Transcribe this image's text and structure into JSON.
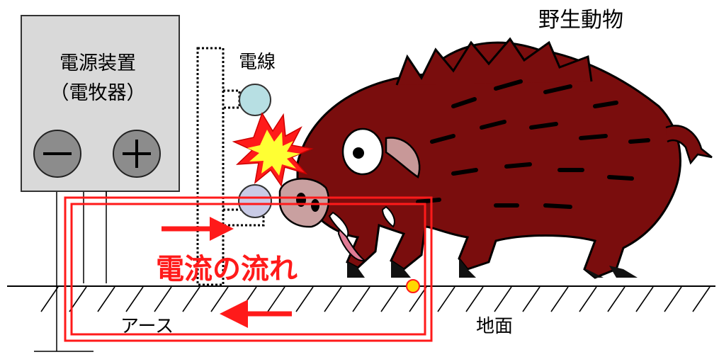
{
  "labels": {
    "wildlife": "野生動物",
    "power_supply": "電源装置",
    "power_supply_sub": "（電牧器）",
    "wire": "電線",
    "current_flow": "電流の流れ",
    "earth": "アース",
    "ground": "地面"
  },
  "terminals": {
    "negative": "−",
    "positive": "+"
  },
  "colors": {
    "circuit_red": "#ff1a1a",
    "boar_body": "#7a0d0d",
    "device_gray": "#d9d9d9",
    "terminal_gray": "#8c8c8c",
    "wire_top": "#b7dfe3",
    "wire_bottom": "#c9cbe6",
    "spark_yellow": "#ffff33",
    "contact_point": "#ffd700"
  }
}
